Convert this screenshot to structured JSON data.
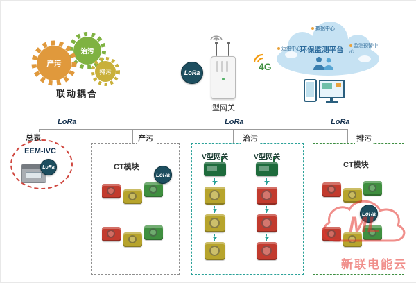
{
  "palette": {
    "module_red": "#c23b2e",
    "module_yellow": "#b7a42c",
    "module_green": "#3f8f3f",
    "gateway_green": "#1e6b3c",
    "box_teal": "#2aa198",
    "box_green": "#3e8e41",
    "lora_badge_bg": "#1d4e5f",
    "cloud_fill": "#c6e2f3",
    "watermark_red": "#e5342e",
    "master_circle_red": "#d04840"
  },
  "gear_group": {
    "caption": "联动耦合",
    "gears": [
      {
        "label": "产污"
      },
      {
        "label": "治污"
      },
      {
        "label": "排污"
      }
    ]
  },
  "gateway": {
    "label": "I型网关",
    "lora": "LoRa"
  },
  "link_4g": "4G",
  "cloud": {
    "title": "环保监测平台",
    "node_top": "数据中心",
    "node_left": "运维中心",
    "node_right": "监测预警中心"
  },
  "bus": {
    "lora_left": "LoRa",
    "lora_center": "LoRa",
    "lora_right": "LoRa"
  },
  "master_meter": {
    "label": "总表",
    "model": "EEM-IVC",
    "lora": "LoRa"
  },
  "zones": {
    "produce": {
      "title": "产污",
      "module": "CT模块",
      "lora": "LoRa"
    },
    "treat": {
      "title": "治污",
      "gateway_left": "V型网关",
      "gateway_right": "V型网关"
    },
    "discharge": {
      "title": "排污",
      "module": "CT模块",
      "lora": "LoRa"
    }
  },
  "watermark": {
    "logo": "ML",
    "text": "新联电能云"
  }
}
